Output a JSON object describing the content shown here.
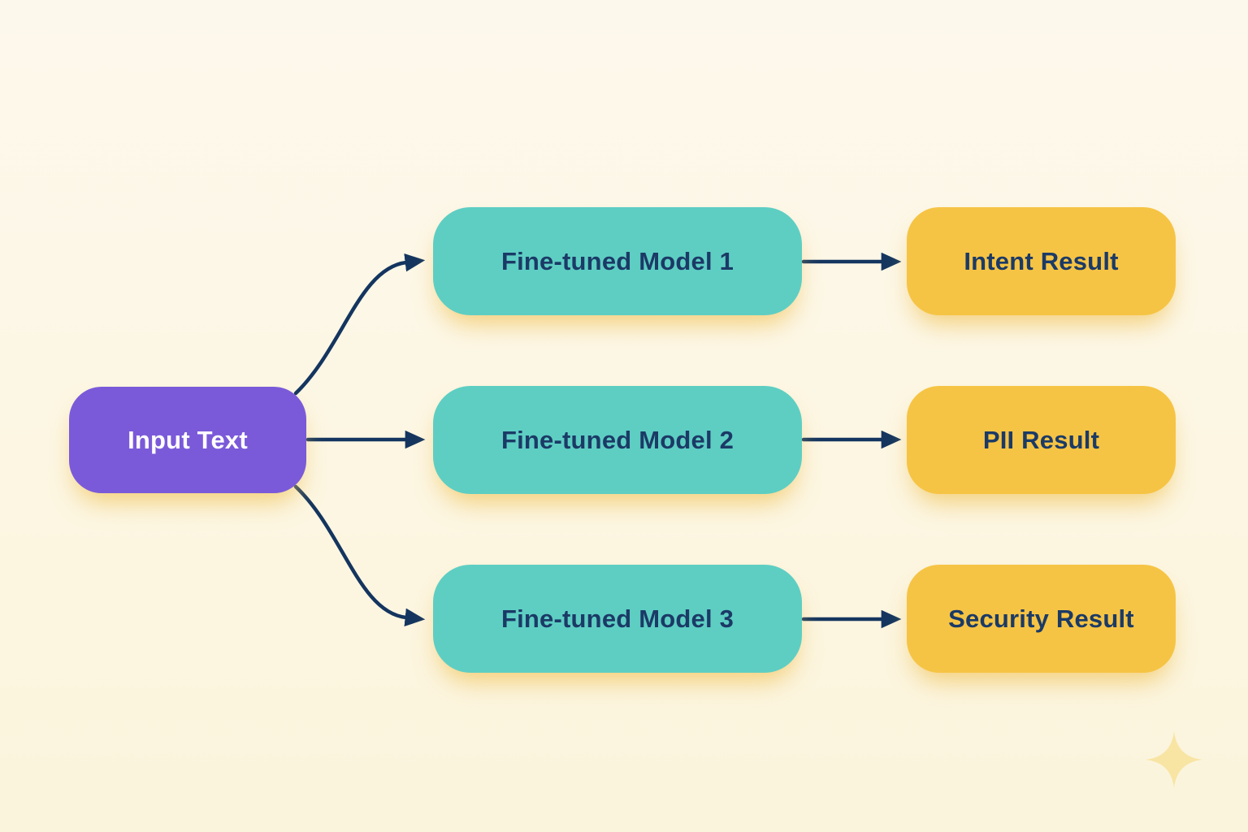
{
  "diagram": {
    "input_node": {
      "label": "Input Text"
    },
    "model_nodes": [
      {
        "label": "Fine-tuned Model 1"
      },
      {
        "label": "Fine-tuned Model 2"
      },
      {
        "label": "Fine-tuned Model 3"
      }
    ],
    "result_nodes": [
      {
        "label": "Intent Result"
      },
      {
        "label": "PII Result"
      },
      {
        "label": "Security Result"
      }
    ],
    "edges": [
      {
        "from": "Input Text",
        "to": "Fine-tuned Model 1"
      },
      {
        "from": "Input Text",
        "to": "Fine-tuned Model 2"
      },
      {
        "from": "Input Text",
        "to": "Fine-tuned Model 3"
      },
      {
        "from": "Fine-tuned Model 1",
        "to": "Intent Result"
      },
      {
        "from": "Fine-tuned Model 2",
        "to": "PII Result"
      },
      {
        "from": "Fine-tuned Model 3",
        "to": "Security Result"
      }
    ],
    "colors": {
      "background": "#FCF6E3",
      "input_node_fill": "#7A5AD9",
      "model_node_fill": "#5ECEC3",
      "result_node_fill": "#F6C444",
      "arrow_stroke": "#14355F",
      "node_text_dark": "#1B3A66",
      "input_node_text": "#FFFFFF",
      "glow_shadow": "#F0C154",
      "sparkle_fill": "#F8E5A4"
    },
    "icons": {
      "sparkle": "four-pointed-star"
    }
  }
}
